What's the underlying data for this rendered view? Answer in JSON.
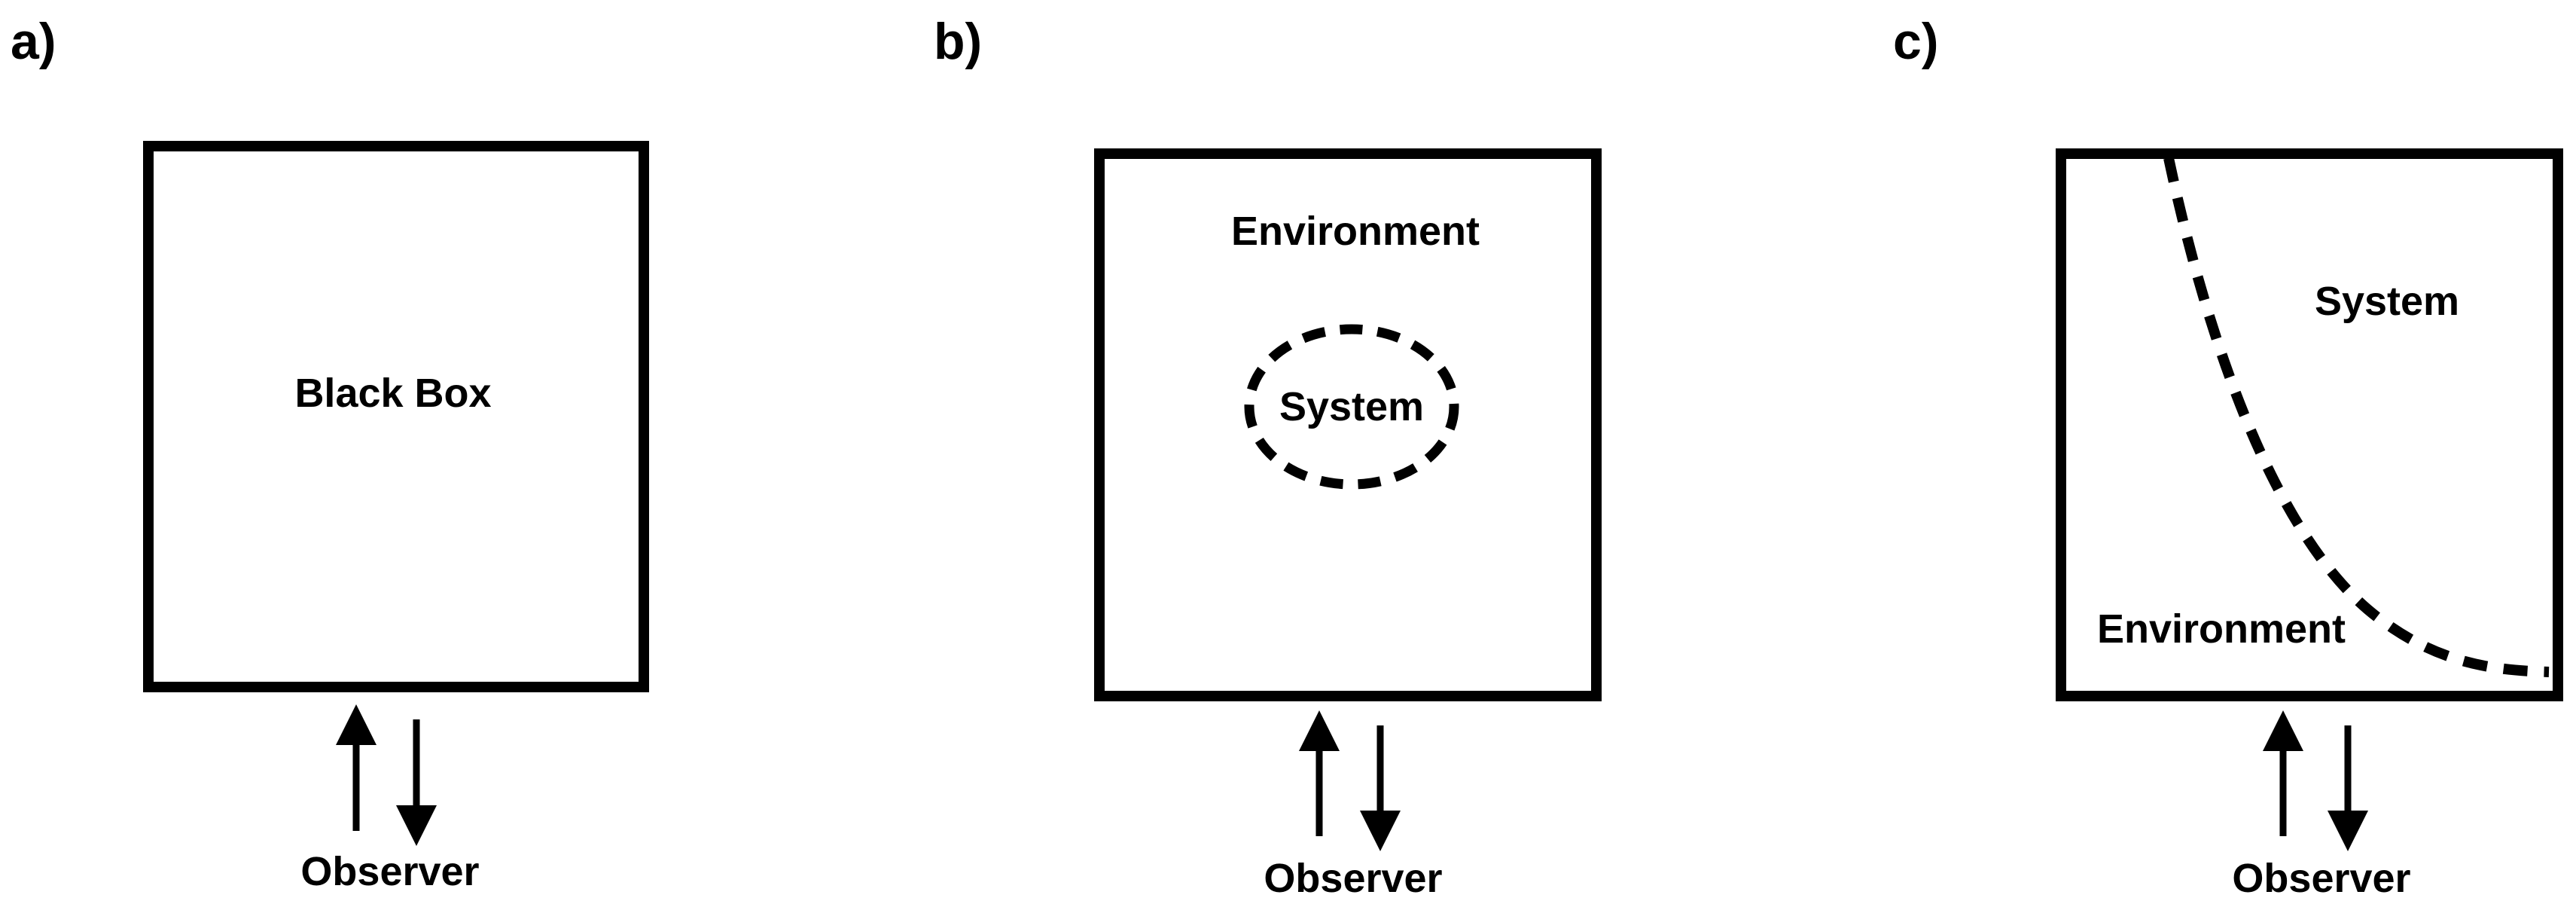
{
  "colors": {
    "stroke": "#000000",
    "background": "#ffffff"
  },
  "panels": [
    {
      "id": "a",
      "tag": "a)",
      "box_label": "Black Box",
      "observer": "Observer"
    },
    {
      "id": "b",
      "tag": "b)",
      "environment_label": "Environment",
      "system_label": "System",
      "system_boundary": "dashed-ellipse",
      "observer": "Observer"
    },
    {
      "id": "c",
      "tag": "c)",
      "environment_label": "Environment",
      "system_label": "System",
      "system_boundary": "dashed-curve",
      "observer": "Observer"
    }
  ],
  "icons": {
    "interaction": [
      "up-arrow-icon",
      "down-arrow-icon"
    ]
  }
}
